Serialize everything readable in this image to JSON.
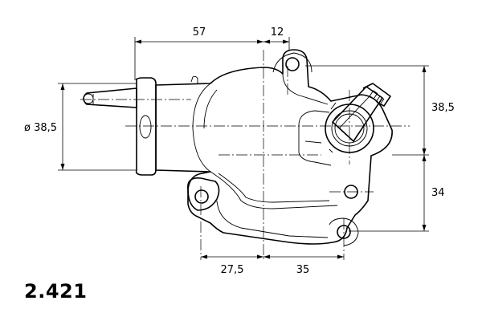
{
  "part_number": "2.421",
  "dimensions": {
    "top_left": "57",
    "top_right": "12",
    "left_diameter": "ø 38,5",
    "right_upper": "38,5",
    "right_lower": "34",
    "bottom_left": "27,5",
    "bottom_right": "35"
  }
}
